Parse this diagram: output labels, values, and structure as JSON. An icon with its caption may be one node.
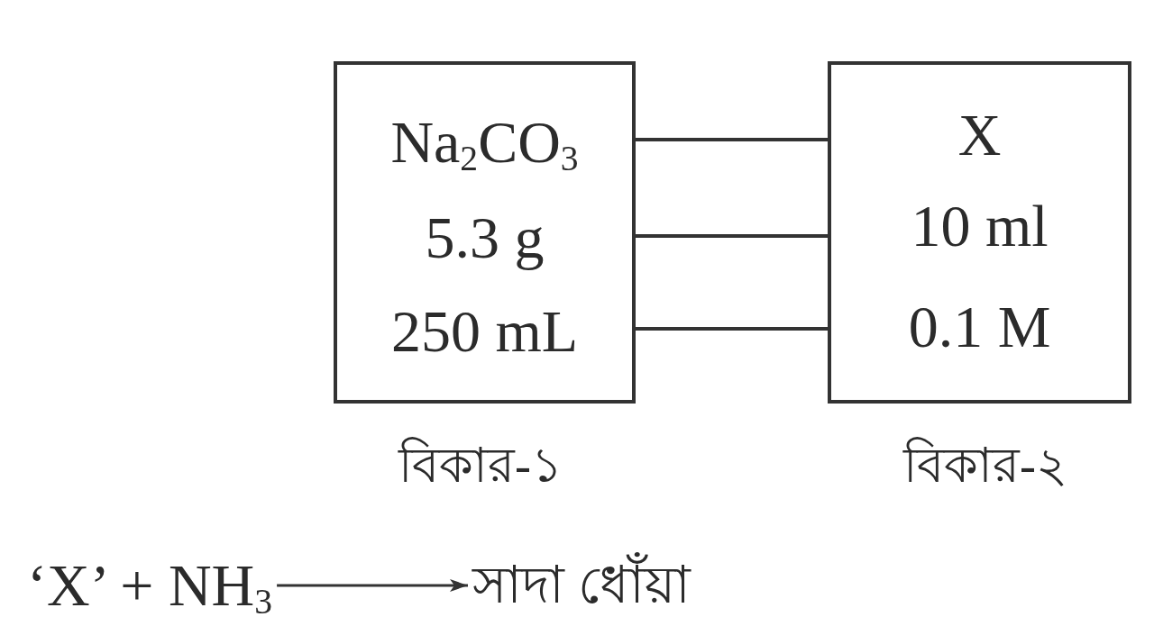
{
  "diagram": {
    "nodes": [
      {
        "text": [
          "Na$_{2}$CO$_{3}$",
          "5.3 g",
          "250 mL"
        ],
        "beside": [
          "বিকার-১"
        ]
      },
      {
        "text": [
          "X",
          "10 ml",
          "0.1 M"
        ],
        "beside": [
          "বিকার-২"
        ]
      },
      {
        "text": [
          "‘X’ + NH$_{3}$"
        ]
      },
      {
        "text": [
          "সাদা ধোঁয়া"
        ]
      }
    ],
    "edges": [
      {
        "from": 0,
        "to": 1,
        "arrow": "none"
      },
      {
        "from": 0,
        "to": 1,
        "arrow": "none"
      },
      {
        "from": 0,
        "to": 1,
        "arrow": "none"
      },
      {
        "from": 2,
        "to": 3,
        "arrow": "to"
      }
    ]
  }
}
